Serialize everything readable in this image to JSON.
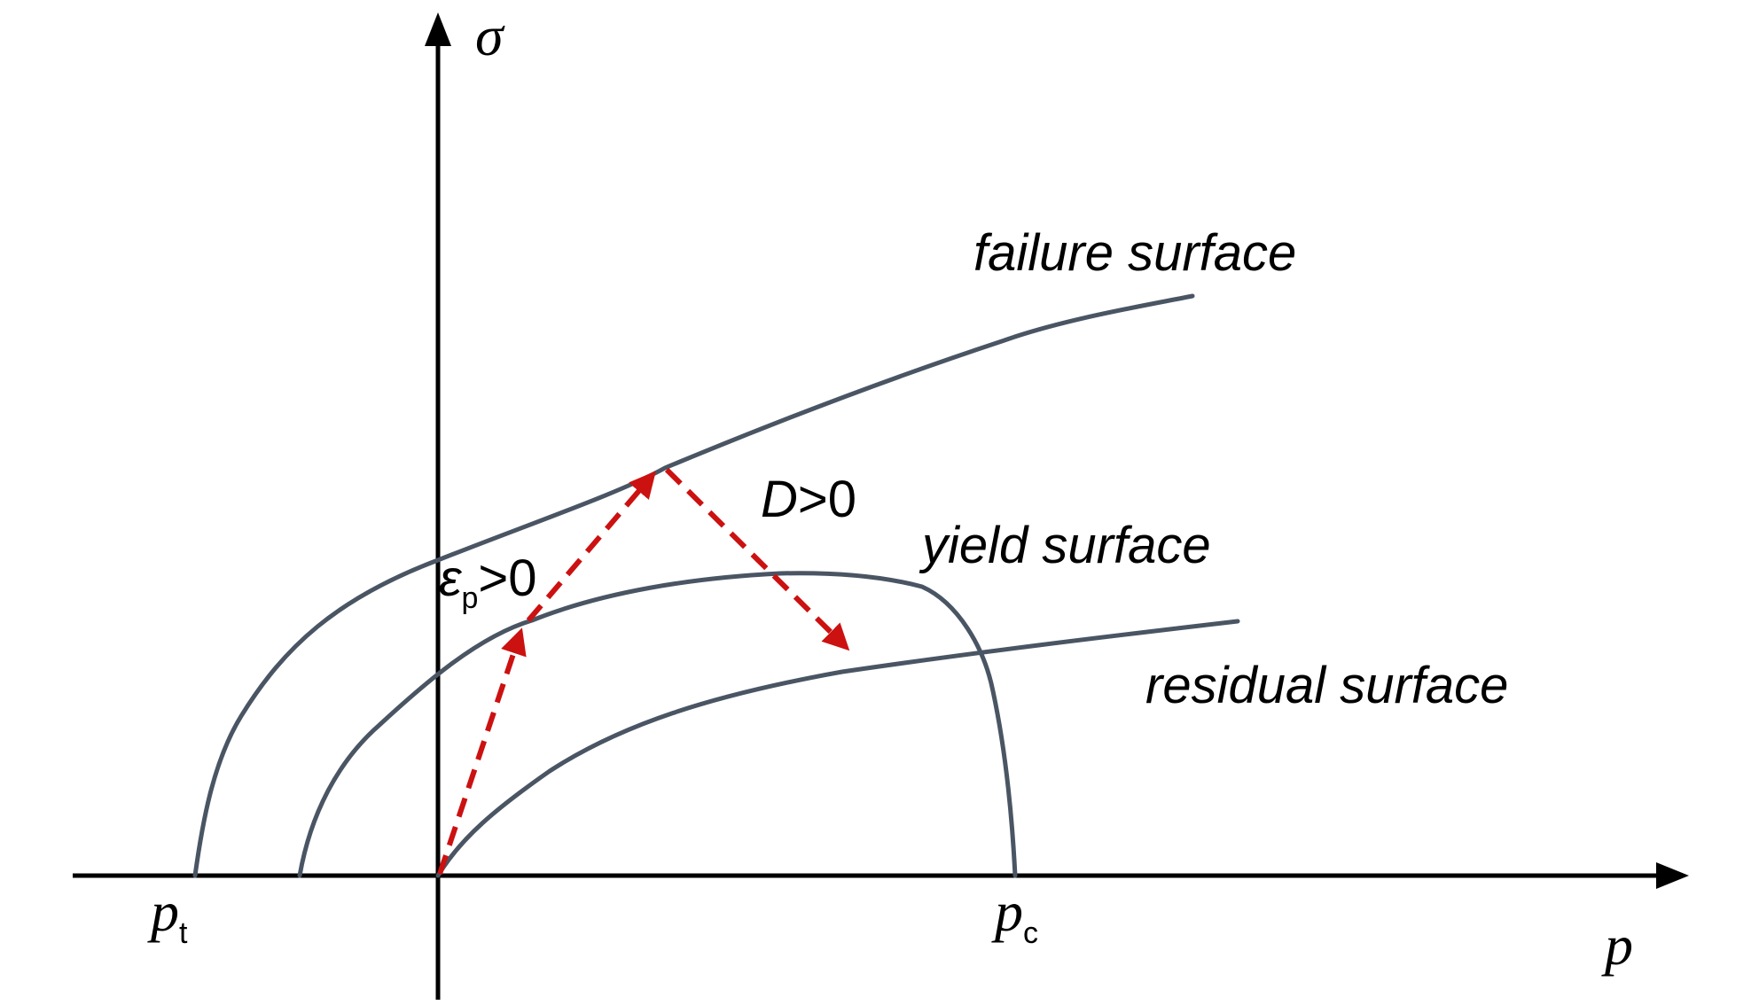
{
  "axes": {
    "y_label": "σ",
    "x_label": "p"
  },
  "markers": {
    "pt": {
      "symbol": "p",
      "subscript": "t"
    },
    "pc": {
      "symbol": "p",
      "subscript": "c"
    }
  },
  "curves": {
    "failure": "failure surface",
    "yield": "yield surface",
    "residual": "residual surface"
  },
  "arrows": {
    "plastic_strain": {
      "symbol": "ε",
      "subscript": "p",
      "condition": ">0"
    },
    "damage": {
      "symbol": "D",
      "condition": ">0"
    }
  },
  "colors": {
    "curve": "#4a5564",
    "axis": "#000000",
    "load_path": "#cc1111"
  }
}
